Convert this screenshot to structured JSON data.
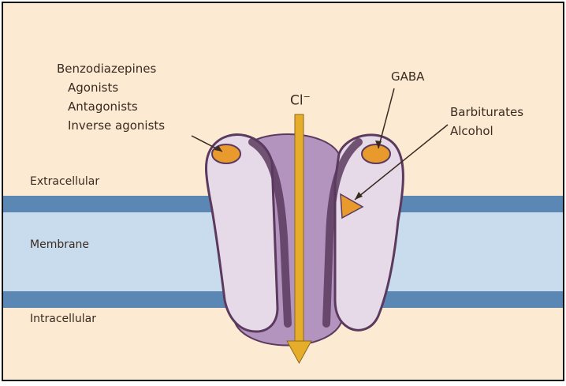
{
  "diagram": {
    "background_color": "#fcebd2",
    "ion_label": "Cl",
    "ion_superscript": "−",
    "regions": {
      "extracellular": "Extracellular",
      "membrane": "Membrane",
      "intracellular": "Intracellular"
    },
    "left_site": {
      "title": "Benzodiazepines",
      "items": [
        "Agonists",
        "Antagonists",
        "Inverse agonists"
      ]
    },
    "gaba_label": "GABA",
    "right_site": {
      "items": [
        "Barbiturates",
        "Alcohol"
      ]
    },
    "colors": {
      "membrane_band": "#5a87b4",
      "membrane_core": "#c9dcee",
      "channel_back": "#b394bf",
      "channel_subunit": "#e6dae9",
      "channel_outline": "#5b3a5e",
      "binding_site": "#e89a2c",
      "arrow": "#e6ad2a"
    }
  }
}
